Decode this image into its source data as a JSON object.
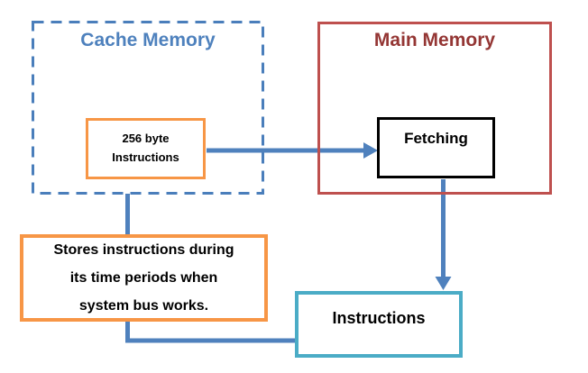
{
  "diagram": {
    "cache_memory": {
      "title": "Cache Memory"
    },
    "main_memory": {
      "title": "Main Memory"
    },
    "cache_block": {
      "line1": "256 byte",
      "line2": "Instructions"
    },
    "fetching_block": {
      "label": "Fetching"
    },
    "note_block": {
      "line1": "Stores instructions during",
      "line2": "its time periods when",
      "line3": "system bus works."
    },
    "instructions_block": {
      "label": "Instructions"
    },
    "edges": [
      {
        "from": "256 byte Instructions",
        "to": "Fetching",
        "style": "arrow"
      },
      {
        "from": "Fetching",
        "to": "Instructions",
        "style": "arrow"
      },
      {
        "from": "Cache Memory",
        "to": "Instructions",
        "style": "elbow-line"
      }
    ],
    "colors": {
      "connector_blue": "#4F81BD",
      "cache_border_blue": "#4A7EBB",
      "cache_title_blue": "#4E81BD",
      "main_border_red": "#BE504E",
      "main_title_red": "#943634",
      "orange": "#F79646",
      "teal": "#4BACC6",
      "black": "#000000"
    }
  }
}
